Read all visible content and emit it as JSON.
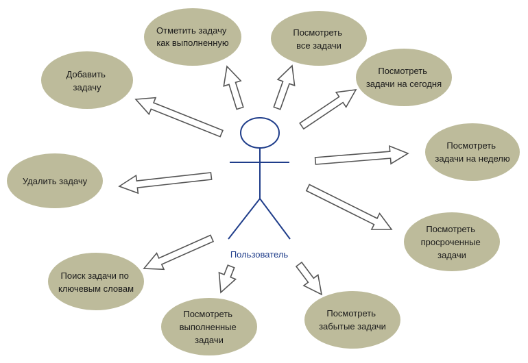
{
  "colors": {
    "ellipse_fill": "#bdbb9b",
    "actor_stroke": "#1f3d8a",
    "actor_label": "#1f3d8a",
    "arrow_stroke": "#555555",
    "arrow_fill": "#ffffff"
  },
  "actor": {
    "label": "Пользователь"
  },
  "use_cases": [
    {
      "id": "mark-done",
      "lines": [
        "Отметить задачу",
        "как выполненную"
      ]
    },
    {
      "id": "view-all",
      "lines": [
        "Посмотреть",
        "все задачи"
      ]
    },
    {
      "id": "view-today",
      "lines": [
        "Посмотреть",
        "задачи на сегодня"
      ]
    },
    {
      "id": "add",
      "lines": [
        "Добавить",
        "задачу"
      ]
    },
    {
      "id": "view-week",
      "lines": [
        "Посмотреть",
        "задачи на неделю"
      ]
    },
    {
      "id": "delete",
      "lines": [
        "Удалить задачу"
      ]
    },
    {
      "id": "view-overdue",
      "lines": [
        "Посмотреть",
        "просроченные",
        "задачи"
      ]
    },
    {
      "id": "search",
      "lines": [
        "Поиск задачи по",
        "ключевым словам"
      ]
    },
    {
      "id": "view-forgot",
      "lines": [
        "Посмотреть",
        "забытые задачи"
      ]
    },
    {
      "id": "view-done",
      "lines": [
        "Посмотреть",
        "выполненные",
        "задачи"
      ]
    }
  ]
}
